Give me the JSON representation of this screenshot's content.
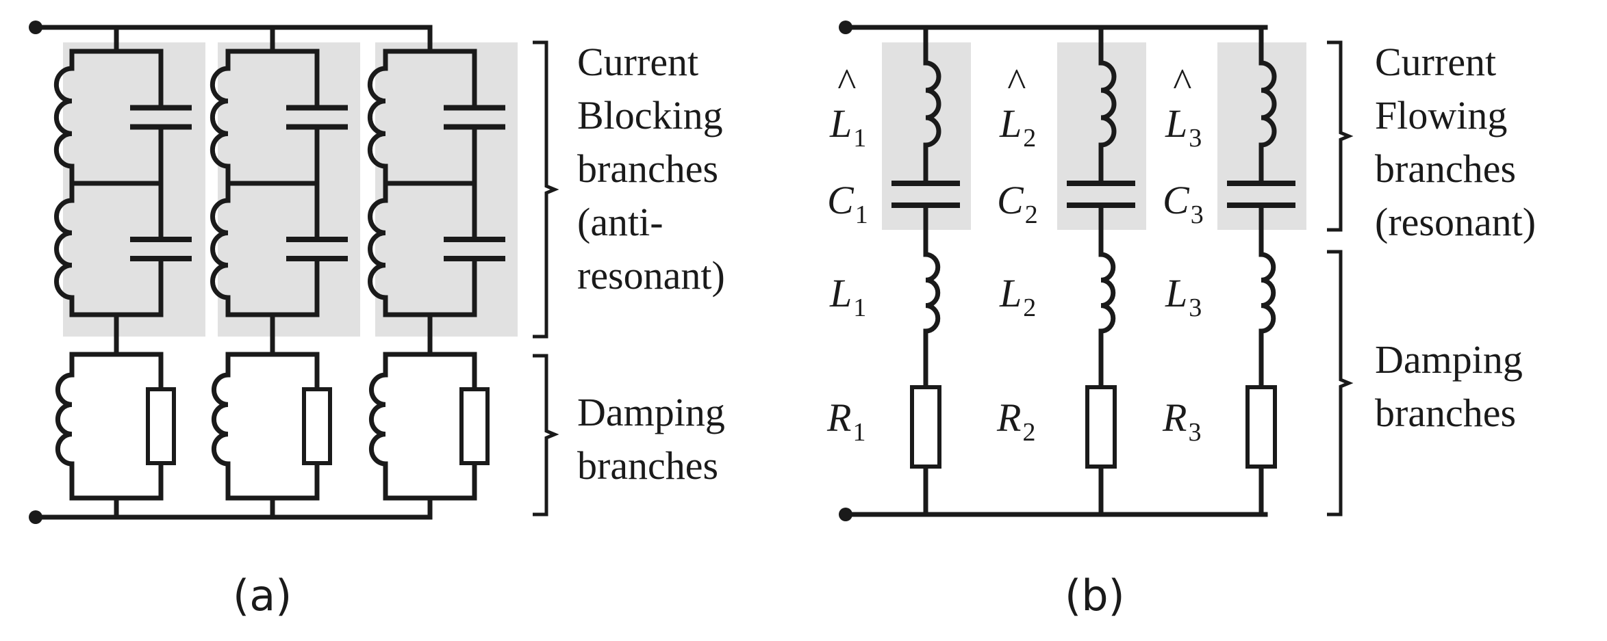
{
  "panel_a": {
    "caption": "(a)",
    "group_upper": [
      "Current",
      "Blocking",
      "branches",
      "(anti-",
      "resonant)"
    ],
    "group_lower": [
      "Damping",
      "branches"
    ]
  },
  "panel_b": {
    "caption": "(b)",
    "group_upper": [
      "Current",
      "Flowing",
      "branches",
      "(resonant)"
    ],
    "group_lower": [
      "Damping",
      "branches"
    ],
    "branches": [
      {
        "lhat": "L",
        "lhat_sub": "1",
        "c": "C",
        "c_sub": "1",
        "l": "L",
        "l_sub": "1",
        "r": "R",
        "r_sub": "1"
      },
      {
        "lhat": "L",
        "lhat_sub": "2",
        "c": "C",
        "c_sub": "2",
        "l": "L",
        "l_sub": "2",
        "r": "R",
        "r_sub": "2"
      },
      {
        "lhat": "L",
        "lhat_sub": "3",
        "c": "C",
        "c_sub": "3",
        "l": "L",
        "l_sub": "3",
        "r": "R",
        "r_sub": "3"
      }
    ],
    "hat_mark": "^"
  },
  "colors": {
    "shade": "#e1e1e1",
    "ink": "#1a1a1a"
  }
}
